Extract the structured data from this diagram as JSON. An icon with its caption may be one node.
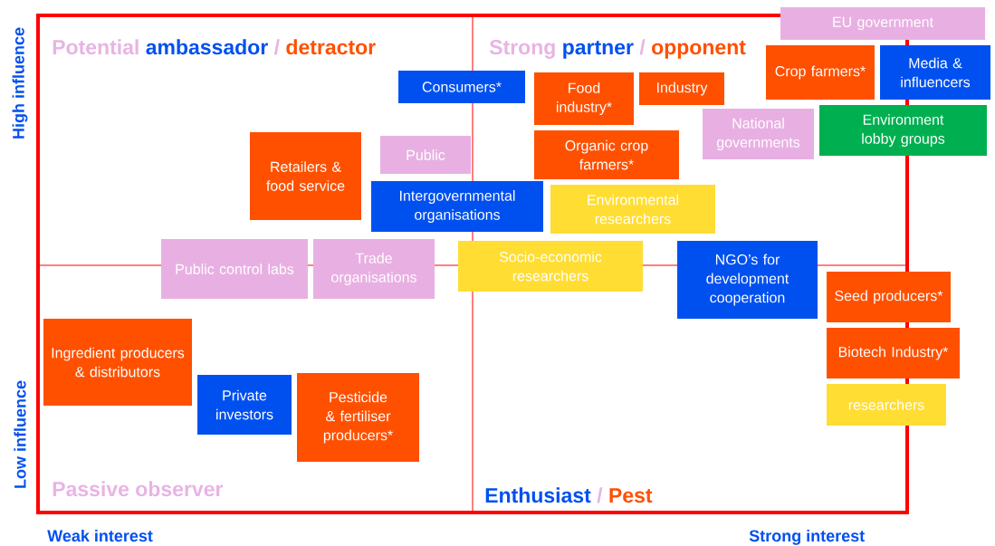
{
  "diagram": {
    "nodes": [
      {
        "text": [
          "EU government"
        ]
      },
      {
        "text": [
          "Crop farmers*"
        ]
      },
      {
        "text": [
          "Media & influencers"
        ]
      },
      {
        "text": [
          "Consumers*"
        ]
      },
      {
        "text": [
          "Food industry*"
        ]
      },
      {
        "text": [
          "Industry"
        ]
      },
      {
        "text": [
          "National governments"
        ]
      },
      {
        "text": [
          "Environment lobby groups"
        ]
      },
      {
        "text": [
          "Retailers & food service"
        ]
      },
      {
        "text": [
          "Public"
        ]
      },
      {
        "text": [
          "Organic crop farmers*"
        ]
      },
      {
        "text": [
          "Intergovernmental organisations"
        ]
      },
      {
        "text": [
          "Environmental researchers"
        ]
      },
      {
        "text": [
          "Public control labs"
        ]
      },
      {
        "text": [
          "Trade organisations"
        ]
      },
      {
        "text": [
          "Socio-economic researchers"
        ]
      },
      {
        "text": [
          "NGO’s for development cooperation"
        ]
      },
      {
        "text": [
          "Seed producers*"
        ]
      },
      {
        "text": [
          "Ingredient producers & distributors"
        ]
      },
      {
        "text": [
          "Biotech Industry*"
        ]
      },
      {
        "text": [
          "Private investors"
        ]
      },
      {
        "text": [
          "Pesticide & fertiliser producers*"
        ]
      },
      {
        "text": [
          "researchers"
        ]
      }
    ],
    "labels": [
      "Potential",
      "ambassador",
      "/",
      "detractor",
      "Strong",
      "partner",
      "/",
      "opponent",
      "High influence",
      "Low influence",
      "Passive observer",
      "Enthusiast",
      "/",
      "Pest",
      "Weak interest",
      "Strong interest"
    ]
  }
}
